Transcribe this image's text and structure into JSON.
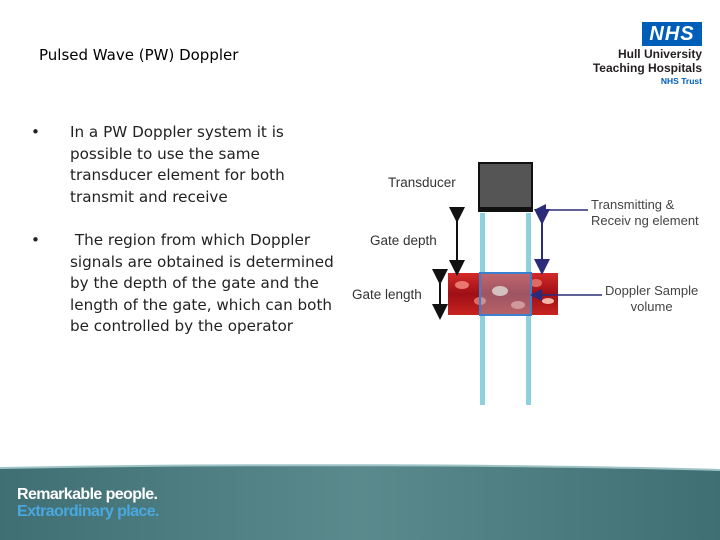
{
  "slide": {
    "title": "Pulsed Wave (PW) Doppler",
    "bullets": [
      {
        "marker": "•",
        "text": "In a PW Doppler system it is possible to use the same transducer element for both transmit and receive"
      },
      {
        "marker": "•",
        "text": " The region from which Doppler signals are obtained is determined by the depth of the gate and the length of the gate, which can both be controlled by the operator"
      }
    ]
  },
  "logo": {
    "nhs": "NHS",
    "line1": "Hull University",
    "line2": "Teaching Hospitals",
    "line3": "NHS Trust"
  },
  "diagram": {
    "transducer": "Transducer",
    "gate_depth": "Gate depth",
    "gate_length": "Gate length",
    "element_label_1": "Transmitting &",
    "element_label_2": "Receiv ng element",
    "sample_label_1": "Doppler Sample",
    "sample_label_2": "volume"
  },
  "footer": {
    "tagline_1": "Remarkable people.",
    "tagline_2": "Extraordinary place."
  },
  "colors": {
    "nhs_blue": "#005eb8",
    "footer_teal": "#4e7d80",
    "arrow_blue": "#2b2b7a",
    "beam": "#8fd0dd",
    "vessel": "#b8161d"
  }
}
